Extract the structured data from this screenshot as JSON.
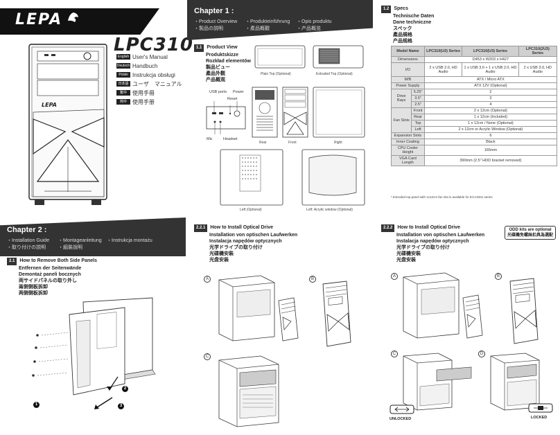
{
  "cover": {
    "brand": "LEPA",
    "model": "LPC310",
    "languages": [
      {
        "tag": "English",
        "label": "User's Manual"
      },
      {
        "tag": "Deutsch",
        "label": "Handbuch"
      },
      {
        "tag": "Polski",
        "label": "Instrukcja obsługi"
      },
      {
        "tag": "日本語",
        "label": "ユーザ　マニュアル"
      },
      {
        "tag": "繁中",
        "label": "使用手冊"
      },
      {
        "tag": "简中",
        "label": "使用手册"
      }
    ]
  },
  "chapter1": {
    "title": "Chapter 1 :",
    "subs": [
      "・Product Overview",
      "・Produkteinführung",
      "・Opis produktu",
      "・製品の説明",
      "・產品概觀",
      "・产品概览"
    ],
    "section": {
      "num": "1.1",
      "lines": [
        "Product View",
        "Produktskizze",
        "Rozkład elementów",
        "製品ビュー",
        "產品外觀",
        "产品概观"
      ]
    },
    "captions": {
      "plain_top": "Plain Top (Optional)",
      "extruded_top": "Extruded Top (Optional)",
      "usb_ports": "USB ports",
      "power": "Power",
      "reset": "Reset",
      "mic": "Mic",
      "headset": "Headset",
      "rear": "Rear",
      "front": "Front",
      "right": "Right",
      "left_opt": "Left (Optional)",
      "left_acrylic": "Left: Acrylic window (Optional)"
    }
  },
  "specs": {
    "num": "1.2",
    "lines": [
      "Specs",
      "Technische Daten",
      "Dane techniczne",
      "スペック",
      "產品規格",
      "产品规格"
    ],
    "columns": [
      "Model Name",
      "LPC310(U2) Series",
      "LPC310(U3) Series",
      "LPC310(2U3) Series"
    ],
    "dimensions_label": "Dimensions",
    "dimensions": "D453 x W203 x H427",
    "io_label": "I/O",
    "io": [
      "2 x USB 2.0, HD Audio",
      "1 x USB 3.0 + 1 x USB 2.0, HD Audio",
      "2 x USB 3.0, HD Audio"
    ],
    "mb_label": "M/B",
    "mb": "ATX / Micro ATX",
    "ps_label": "Power Supply",
    "ps": "ATX 12V (Optional)",
    "drive_bays_label": "Drive Bays",
    "bays": [
      {
        "size": "5.25\"",
        "count": "2"
      },
      {
        "size": "3.5\"",
        "count": "3"
      },
      {
        "size": "2.5\"",
        "count": "4"
      }
    ],
    "fan_slots_label": "Fan Slots",
    "fans": [
      {
        "pos": "Front",
        "val": "2 x 12cm (Optional)"
      },
      {
        "pos": "Rear",
        "val": "1 x 12cm (Included)"
      },
      {
        "pos": "Top",
        "val": "1 x 12cm / None (Optional)"
      },
      {
        "pos": "Left",
        "val": "2 x 12cm or Acrylic Window (Optional)"
      }
    ],
    "exp_label": "Expansion Slots",
    "exp": "6",
    "coat_label": "Inner Coating",
    "coat": "Black",
    "cpu_label": "CPU Cooler Height",
    "cpu": "165mm",
    "vga_label": "VGA Card Length",
    "vga": "390mm (2.5\" HDD bracket removed)",
    "footnote": "* Extruded top panel with 1x12cm fan slot is available for ECA3331 series"
  },
  "chapter2": {
    "title": "Chapter 2 :",
    "subs": [
      "・Installation Guide",
      "・Montageanleitung",
      "・Instrukcja montażu",
      "・取り付けの説明",
      "・組裝說明"
    ],
    "section": {
      "num": "2.1",
      "lines": [
        "How to Remove Both Side Panels",
        "Entfernen der Seitenwände",
        "Demontaż paneli bocznych",
        "両サイドパネルの取り外し",
        "兩側側板拆卸",
        "两侧侧板拆卸"
      ]
    },
    "steps": [
      "1",
      "2",
      "3"
    ]
  },
  "odd1": {
    "num": "2.2.1",
    "lines": [
      "How to Install Optical Drive",
      "Installation von optischen Laufwerken",
      "Instalacja napędów optycznych",
      "光学ドライブの取り付け",
      "光碟機安裝",
      "光盘安装"
    ],
    "markers": [
      "A",
      "B",
      "C"
    ]
  },
  "odd2": {
    "num": "2.2.2",
    "lines": [
      "How to Install Optical Drive",
      "Installation von optischen Laufwerken",
      "Instalacja napędów optycznych",
      "光学ドライブの取り付け",
      "光碟機安裝",
      "光盘安装"
    ],
    "note": [
      "ODD kits are optional",
      "光碟機免螺絲扣具為選配"
    ],
    "markers": [
      "A",
      "B",
      "C",
      "D"
    ],
    "unlocked": "UNLOCKED",
    "locked": "LOCKED"
  }
}
